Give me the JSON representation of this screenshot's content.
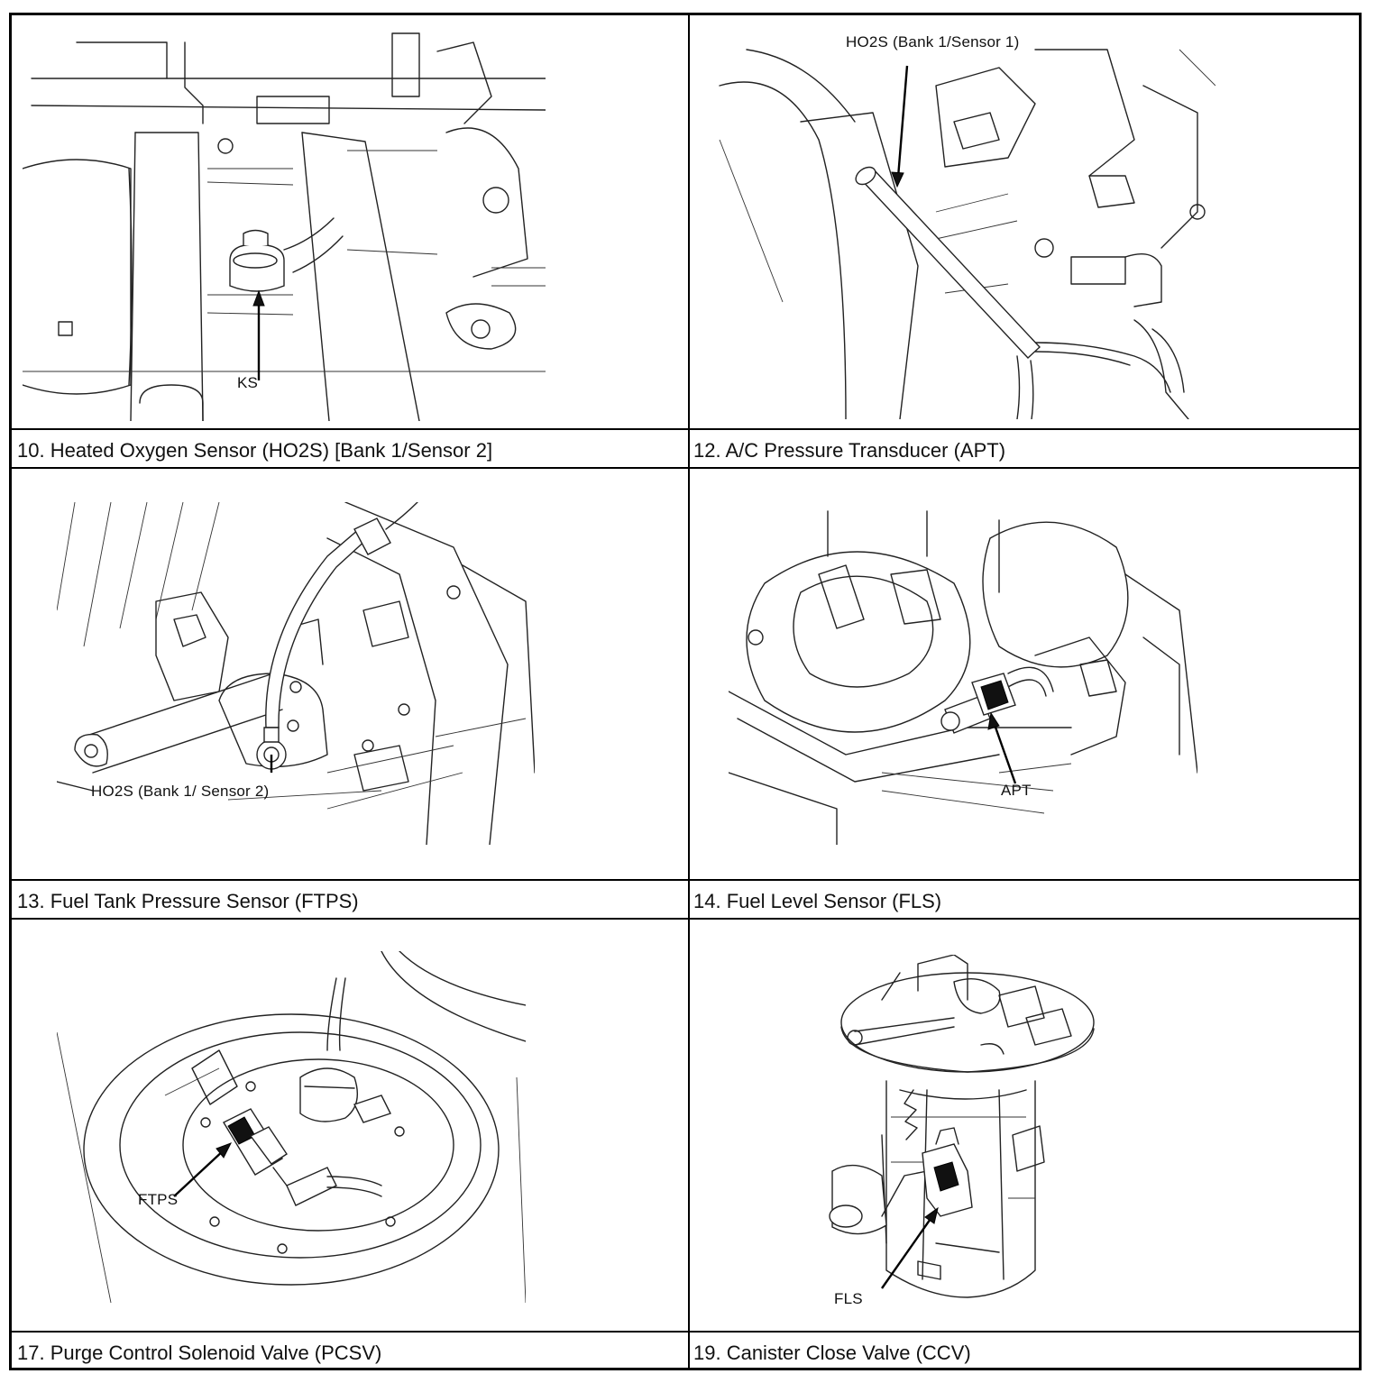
{
  "cells": [
    {
      "caption": "10. Heated Oxygen Sensor (HO2S) [Bank 1/Sensor 2]",
      "callout": "KS"
    },
    {
      "caption": "12. A/C Pressure Transducer (APT)",
      "callout": "HO2S (Bank 1/Sensor 1)"
    },
    {
      "caption": "13. Fuel Tank Pressure Sensor (FTPS)",
      "callout": "HO2S (Bank 1/ Sensor 2)"
    },
    {
      "caption": "14. Fuel Level Sensor (FLS)",
      "callout": "APT"
    },
    {
      "caption": "17. Purge Control Solenoid Valve (PCSV)",
      "callout": "FTPS"
    },
    {
      "caption": "19. Canister Close Valve (CCV)",
      "callout": "FLS"
    }
  ]
}
